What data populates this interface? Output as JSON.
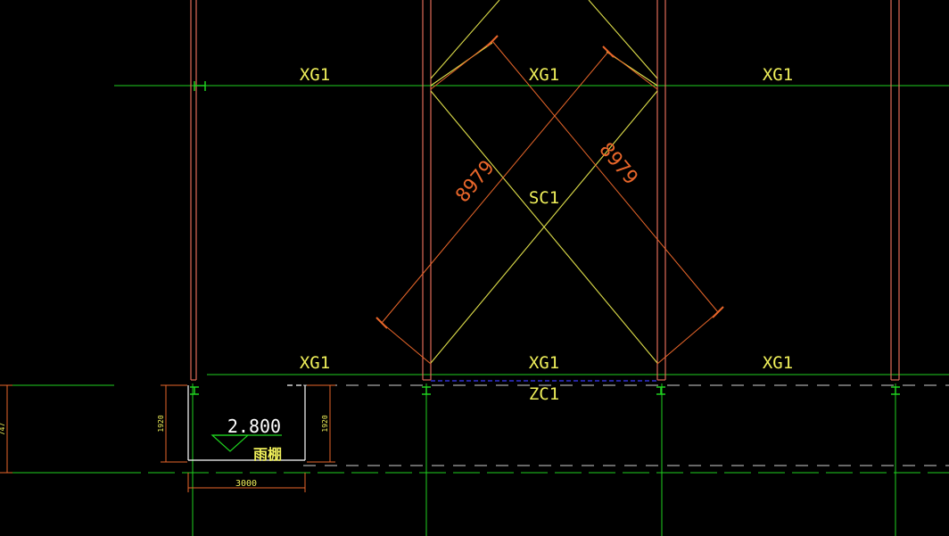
{
  "drawing": {
    "beam_labels": [
      "XG1",
      "XG1",
      "XG1",
      "XG1",
      "XG1",
      "XG1"
    ],
    "brace_label": "SC1",
    "column_label": "ZC1",
    "brace_lengths": [
      "8979",
      "8979"
    ],
    "canopy": {
      "elevation": "2.800",
      "name": "雨棚",
      "width_dim": "3000",
      "height_dim_left": "1920",
      "height_dim_right": "1920",
      "outer_dim": "747"
    }
  },
  "colors": {
    "background": "#000000",
    "axis_green": "#1fd11f",
    "column_red": "#e06a58",
    "brace_yellow": "#dede4a",
    "dimension_orange": "#e8662a",
    "label_yellow": "#f0f05a",
    "canopy_white": "#ffffff",
    "dashed_white": "#d0d0d0",
    "blue_dash": "#3a3aff"
  }
}
